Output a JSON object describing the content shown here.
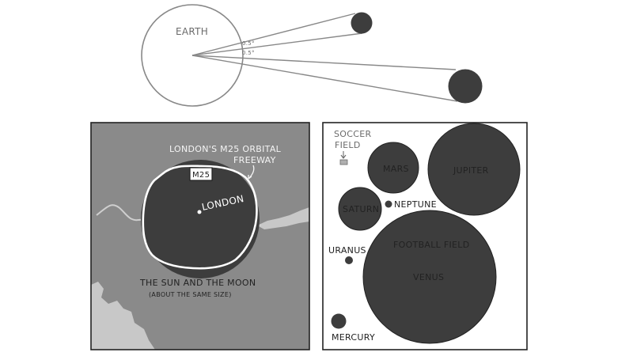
{
  "earth_diagram": {
    "earth_label": "EARTH",
    "angle_marks": [
      "0.5°",
      "0.5°"
    ]
  },
  "map_panel": {
    "road_callout": "LONDON'S M25 ORBITAL FREEWAY",
    "road_callout_line1": "LONDON'S M25 ORBITAL",
    "road_callout_line2": "FREEWAY",
    "road_shield": "M25",
    "city_label": "LONDON",
    "caption_line1": "THE SUN AND THE MOON",
    "caption_line2": "(ABOUT THE SAME SIZE)"
  },
  "planets_panel": {
    "soccer_field_line1": "SOCCER",
    "soccer_field_line2": "FIELD",
    "bodies": {
      "mars": "MARS",
      "jupiter": "JUPITER",
      "saturn": "SATURN",
      "neptune": "NEPTUNE",
      "uranus": "URANUS",
      "football_field": "FOOTBALL FIELD",
      "venus": "VENUS",
      "mercury": "MERCURY"
    }
  },
  "colors": {
    "ink": "#222222",
    "disc": "#3d3d3d",
    "map_land": "#8a8a8a",
    "map_water": "#c8c8c8",
    "line_grey": "#888888"
  }
}
